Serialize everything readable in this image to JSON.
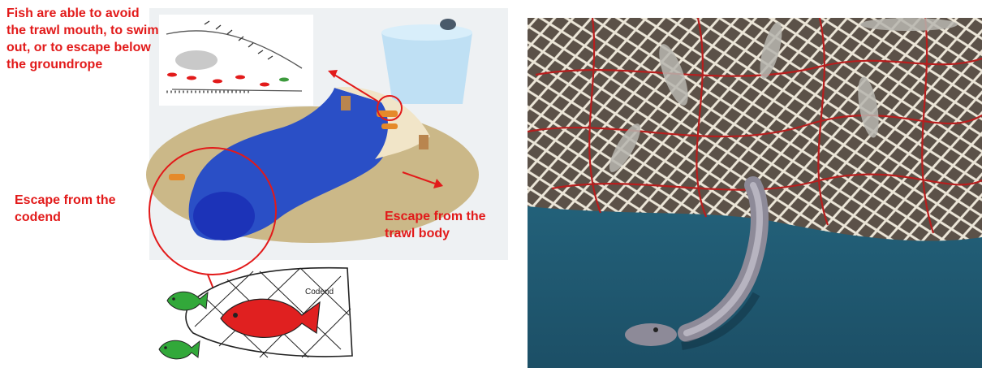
{
  "labels": {
    "avoid_mouth": "Fish are able to avoid the trawl mouth, to swim out, or to escape below the groundrope",
    "escape_codend": "Escape from the codend",
    "escape_body": "Escape from the trawl body",
    "codend_tag": "Codend"
  },
  "colors": {
    "annotation_red": "#e21a1a",
    "net_blue": "#2a4fc6",
    "seabed_tan": "#cbb888",
    "water_blue": "#2a6c86"
  },
  "icons": {
    "fish_green": "green-fish-icon",
    "fish_red": "red-fish-icon"
  }
}
